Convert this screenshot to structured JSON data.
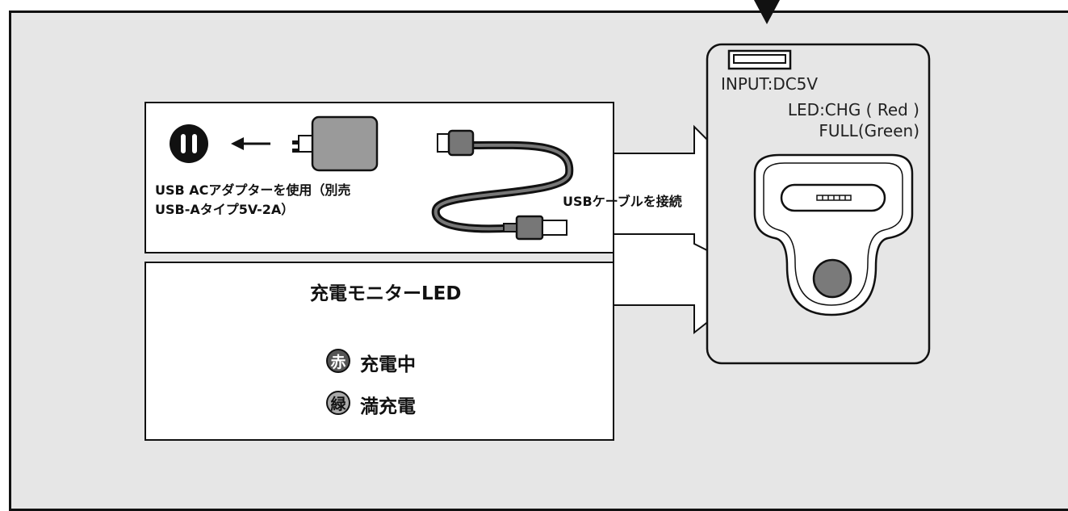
{
  "usb_adapter_label_line1": "USB ACアダプターを使用（別売",
  "usb_adapter_label_line2": "USB-Aタイプ5V-2A）",
  "usb_cable_label": "USBケーブルを接続",
  "led_monitor_title": "充電モニターLED",
  "led_states": [
    {
      "symbol": "赤",
      "text": "充電中",
      "fill": "#555555",
      "symbol_color": "#ffffff"
    },
    {
      "symbol": "緑",
      "text": "満充電",
      "fill": "#aaaaaa",
      "symbol_color": "#111111"
    }
  ],
  "device_spec": {
    "input": "INPUT:DC5V",
    "led_chg": "LED:CHG ( Red )",
    "led_full": "FULL(Green)"
  }
}
